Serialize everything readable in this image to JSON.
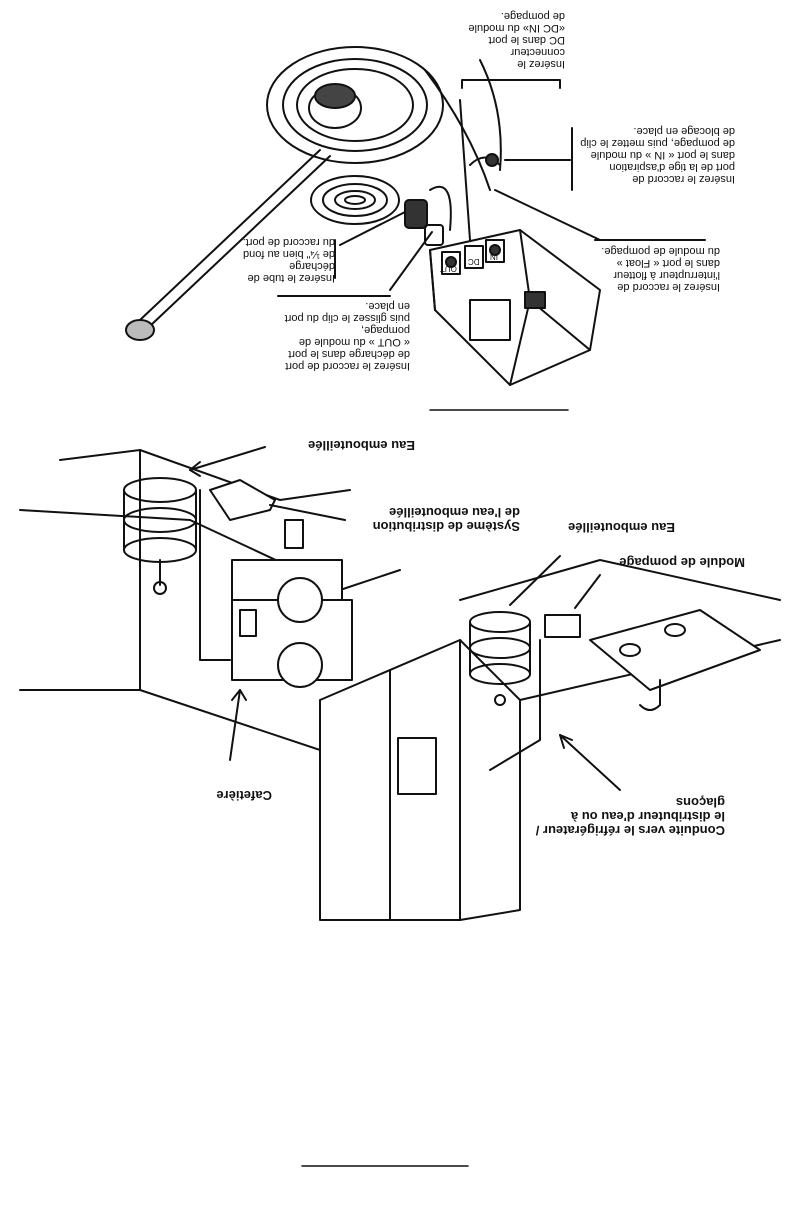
{
  "pump_diagram": {
    "label_dc_in": "Insérez le connecteur\nDC dans le port\n«DC IN» du module\nde pompage.",
    "label_intake": "Insérez le raccord de\nport de la tige d'aspiration\ndans le port « IN » du module\nde pompage, puis mettez le clip\nde blocage en place.",
    "label_float": "Insérez le raccord de\nl'interrupteur à flotteur\ndans le port « Float »\ndu module de pompage.",
    "label_discharge_tube": "Insérez le tube de décharge\nde ¼\" bien au fond\ndu raccord de port.",
    "label_discharge_port": "Insérez le raccord de port\nde décharge dans le port\n« OUT » du module de pompage,\npuis glissez le clip du port\nen place.",
    "port_out": "OUT",
    "port_dc": "DC",
    "port_in": "IN"
  },
  "install_diagram": {
    "label_bottled_water_1": "Eau embouteillée",
    "label_dispensing_system": "Système de distribution\nde l'eau embouteillée",
    "label_bottled_water_2": "Eau embouteillée",
    "label_pump_module": "Module de pompage",
    "label_coffee_maker": "Cafetière",
    "label_fridge_line": "Conduite vers le réfrigérateur /\nle distributeur d'eau ou à glaçons"
  }
}
